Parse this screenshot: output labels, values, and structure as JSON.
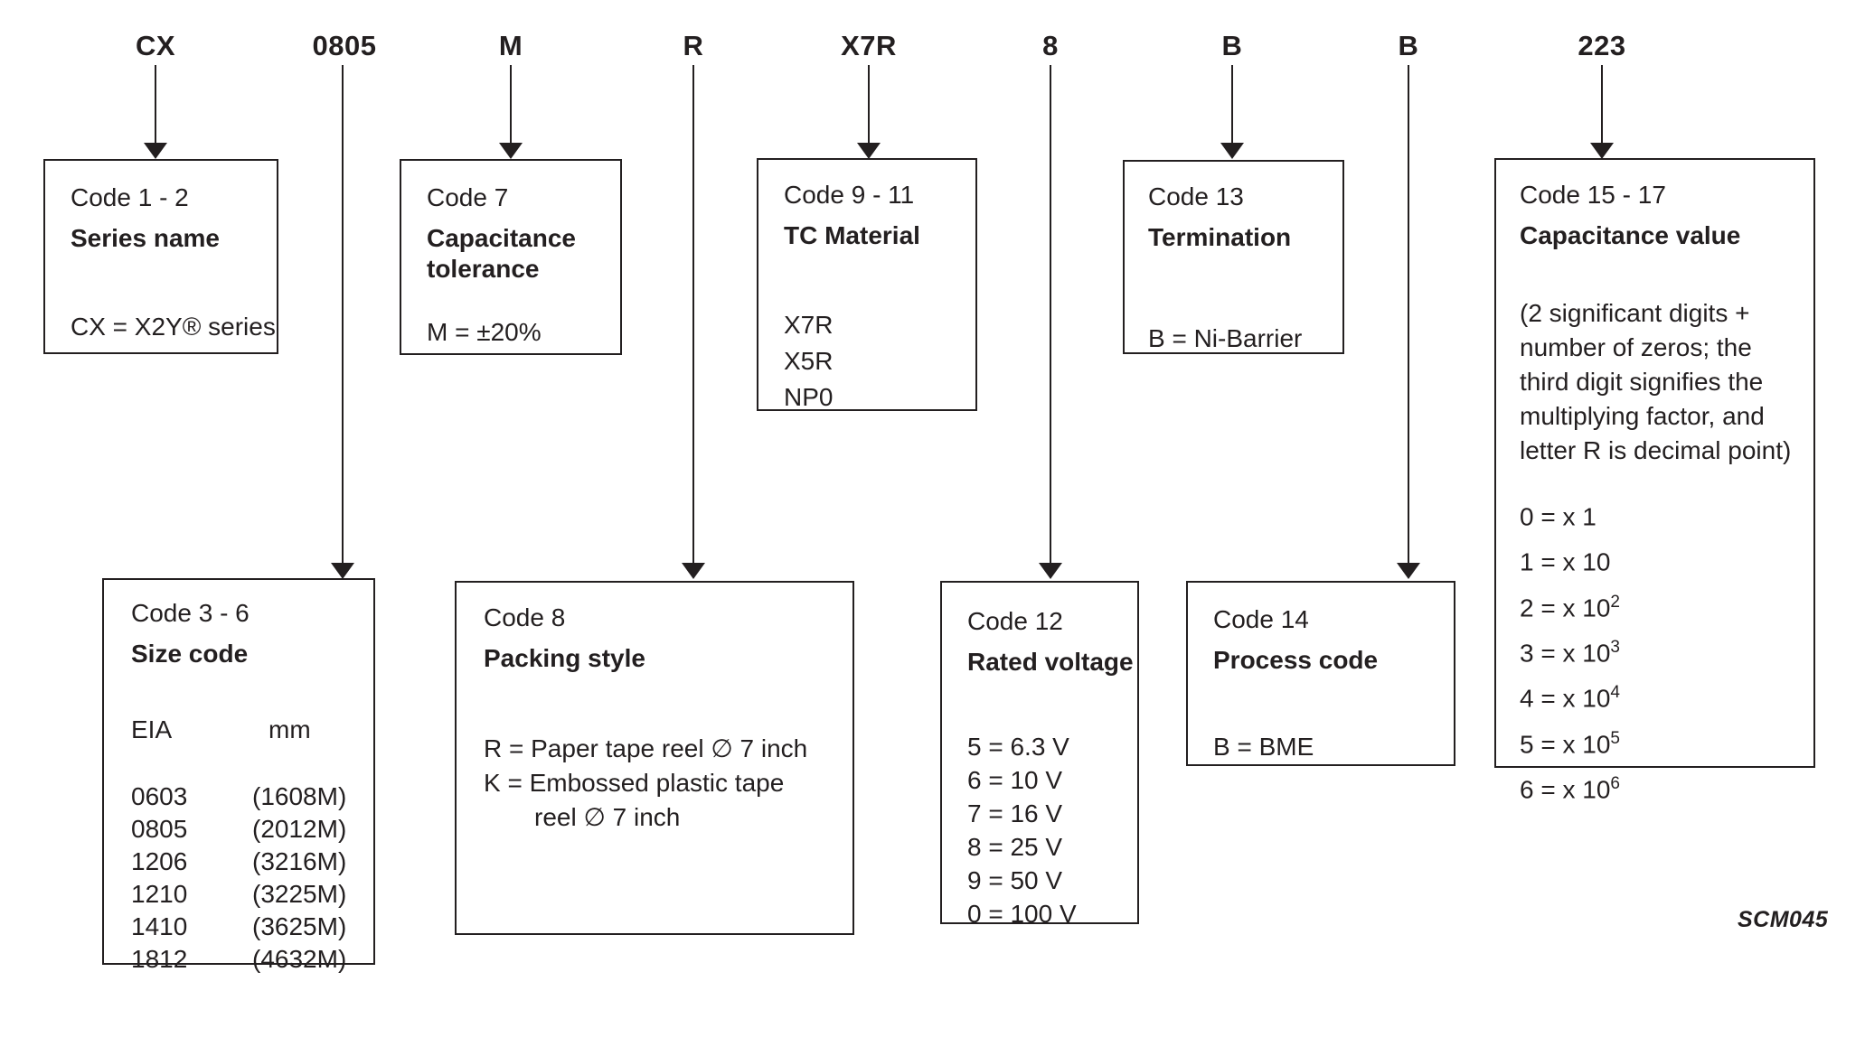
{
  "part_number_example": {
    "labels": [
      "CX",
      "0805",
      "M",
      "R",
      "X7R",
      "8",
      "B",
      "B",
      "223"
    ]
  },
  "boxes": {
    "series": {
      "code": "Code 1 - 2",
      "title": "Series name",
      "value": "CX = X2Y® series"
    },
    "tolerance": {
      "code": "Code 7",
      "title": "Capacitance tolerance",
      "value": "M = ±20%"
    },
    "tc_material": {
      "code": "Code 9 - 11",
      "title": "TC Material",
      "options": [
        "X7R",
        "X5R",
        "NP0"
      ]
    },
    "termination": {
      "code": "Code 13",
      "title": "Termination",
      "value": "B = Ni-Barrier"
    },
    "cap_value": {
      "code": "Code 15 - 17",
      "title": "Capacitance value",
      "note": "(2 significant digits + number of zeros; the third digit signifies the multiplying factor, and letter R is decimal point)",
      "multipliers": [
        {
          "base": "0 = x 1",
          "sup": ""
        },
        {
          "base": "1 = x 10",
          "sup": ""
        },
        {
          "base": "2 = x 10",
          "sup": "2"
        },
        {
          "base": "3 = x 10",
          "sup": "3"
        },
        {
          "base": "4 = x 10",
          "sup": "4"
        },
        {
          "base": "5 = x 10",
          "sup": "5"
        },
        {
          "base": "6 = x 10",
          "sup": "6"
        }
      ]
    },
    "size": {
      "code": "Code 3 - 6",
      "title": "Size code",
      "header": {
        "eia": "EIA",
        "mm": "mm"
      },
      "rows": [
        {
          "eia": "0603",
          "mm": "(1608M)"
        },
        {
          "eia": "0805",
          "mm": "(2012M)"
        },
        {
          "eia": "1206",
          "mm": "(3216M)"
        },
        {
          "eia": "1210",
          "mm": "(3225M)"
        },
        {
          "eia": "1410",
          "mm": "(3625M)"
        },
        {
          "eia": "1812",
          "mm": "(4632M)"
        }
      ]
    },
    "packing": {
      "code": "Code 8",
      "title": "Packing style",
      "lines": [
        "R = Paper tape reel ∅ 7 inch",
        "K = Embossed plastic tape",
        "reel ∅ 7 inch"
      ]
    },
    "voltage": {
      "code": "Code 12",
      "title": "Rated voltage",
      "options": [
        "5 = 6.3 V",
        "6 = 10 V",
        "7 = 16 V",
        "8 = 25 V",
        "9 = 50 V",
        "0 = 100 V"
      ]
    },
    "process": {
      "code": "Code 14",
      "title": "Process code",
      "value": "B = BME"
    }
  },
  "footer": {
    "figure_id": "SCM045"
  }
}
